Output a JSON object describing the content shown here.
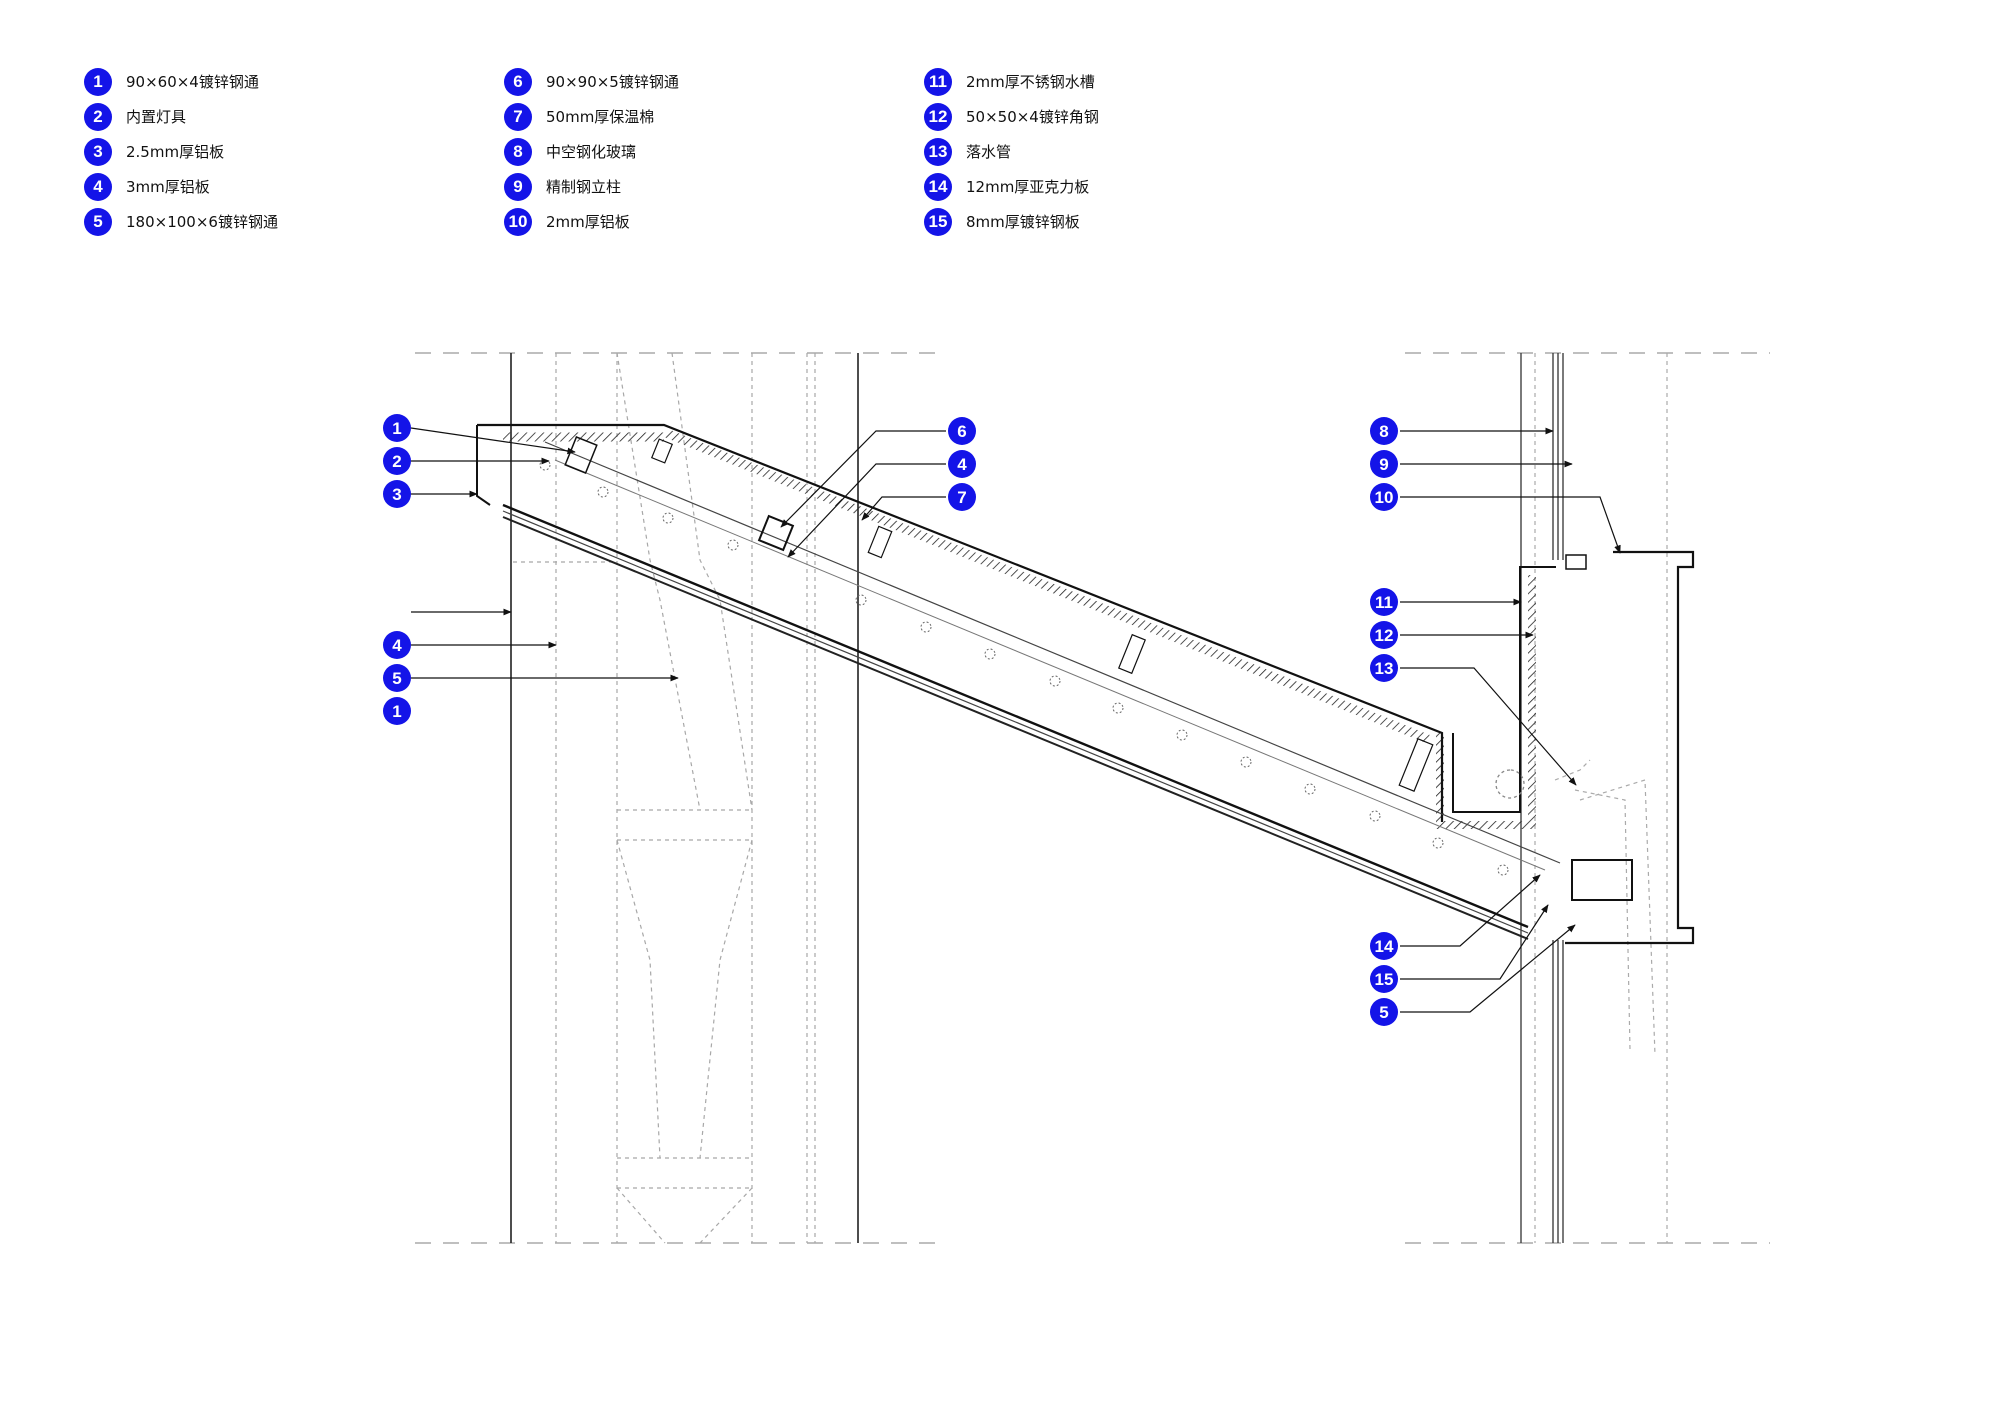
{
  "legend": [
    {
      "num": "1",
      "text": "90×60×4镀锌钢通"
    },
    {
      "num": "2",
      "text": "内置灯具"
    },
    {
      "num": "3",
      "text": "2.5mm厚铝板"
    },
    {
      "num": "4",
      "text": "3mm厚铝板"
    },
    {
      "num": "5",
      "text": "180×100×6镀锌钢通"
    },
    {
      "num": "6",
      "text": "90×90×5镀锌钢通"
    },
    {
      "num": "7",
      "text": "50mm厚保温棉"
    },
    {
      "num": "8",
      "text": "中空钢化玻璃"
    },
    {
      "num": "9",
      "text": "精制钢立柱"
    },
    {
      "num": "10",
      "text": "2mm厚铝板"
    },
    {
      "num": "11",
      "text": "2mm厚不锈钢水槽"
    },
    {
      "num": "12",
      "text": "50×50×4镀锌角钢"
    },
    {
      "num": "13",
      "text": "落水管"
    },
    {
      "num": "14",
      "text": "12mm厚亚克力板"
    },
    {
      "num": "15",
      "text": "8mm厚镀锌钢板"
    }
  ],
  "callouts": {
    "left": [
      "1",
      "2",
      "3",
      "4",
      "5",
      "1"
    ],
    "mid": [
      "6",
      "4",
      "7"
    ],
    "right_top": [
      "8",
      "9",
      "10"
    ],
    "right_mid": [
      "11",
      "12",
      "13"
    ],
    "right_bottom": [
      "14",
      "15",
      "5"
    ]
  },
  "colors": {
    "badge": "#1414e8",
    "line": "#111111",
    "dashed": "#9a9a9a"
  }
}
